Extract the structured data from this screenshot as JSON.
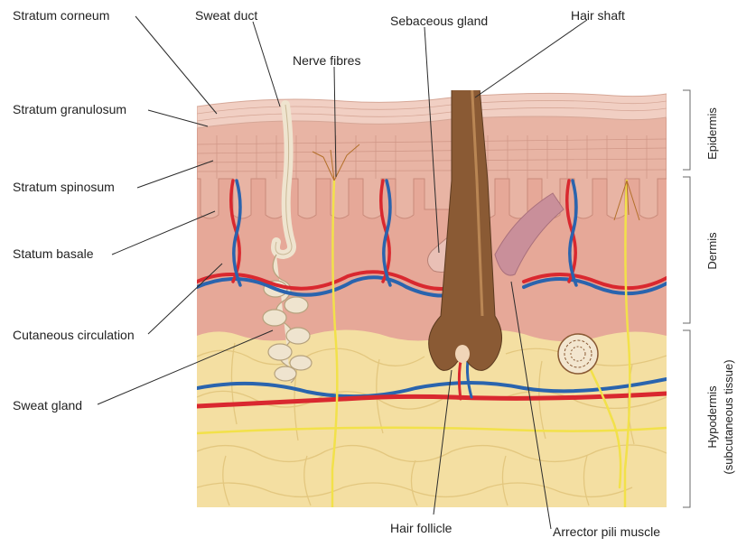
{
  "labels": {
    "stratum_corneum": "Stratum corneum",
    "sweat_duct": "Sweat duct",
    "nerve_fibres": "Nerve fibres",
    "sebaceous_gland": "Sebaceous gland",
    "hair_shaft": "Hair shaft",
    "stratum_granulosum": "Stratum granulosum",
    "stratum_spinosum": "Stratum spinosum",
    "statum_basale": "Statum basale",
    "cutaneous_circulation": "Cutaneous circulation",
    "sweat_gland": "Sweat gland",
    "hair_follicle": "Hair follicle",
    "arrector_pili_muscle": "Arrector pili muscle"
  },
  "side_labels": {
    "epidermis": "Epidermis",
    "dermis": "Dermis",
    "hypodermis_line1": "Hypodermis",
    "hypodermis_line2": "(subcutaneous tissue)"
  },
  "colors": {
    "corneum": "#f1cfc3",
    "epidermis": "#e8b4a4",
    "dermis": "#e6a898",
    "hypodermis": "#f4dfa2",
    "fat_outline": "#e3c77f",
    "artery": "#d9282f",
    "vein": "#2a64ae",
    "nerve": "#f2e14a",
    "hair": "#8a5a34",
    "sweat_gland": "#efe4cf"
  }
}
